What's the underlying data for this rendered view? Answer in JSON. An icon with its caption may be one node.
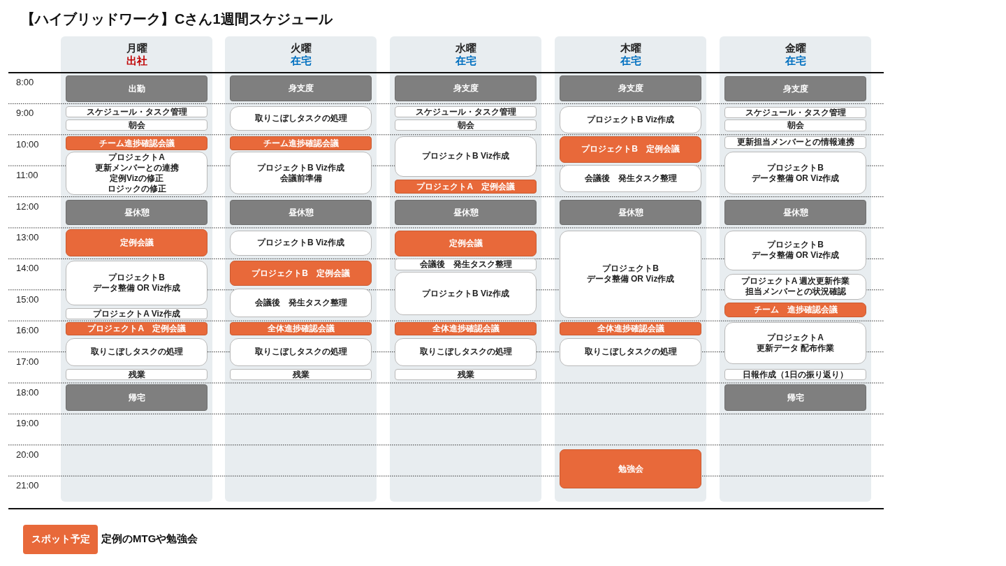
{
  "diagram": {
    "title": "【ハイブリッドワーク】Cさん1週間スケジュール",
    "nodes": [
      {
        "text": [
          "月曜",
          "出社"
        ]
      },
      {
        "text": [
          "出勤"
        ],
        "in": 0
      },
      {
        "text": [
          "スケジュール・タスク管理"
        ],
        "in": 0
      },
      {
        "text": [
          "朝会"
        ],
        "in": 0
      },
      {
        "text": [
          "チーム進捗確認会議"
        ],
        "in": 0
      },
      {
        "text": [
          "プロジェクトA",
          "更新メンバーとの連携",
          "定例Vizの修正",
          "ロジックの修正"
        ],
        "in": 0
      },
      {
        "text": [
          "昼休憩"
        ],
        "in": 0
      },
      {
        "text": [
          "定例会議"
        ],
        "in": 0
      },
      {
        "text": [
          "プロジェクトB",
          "データ整備 OR Viz作成"
        ],
        "in": 0
      },
      {
        "text": [
          "プロジェクトA Viz作成"
        ],
        "in": 0
      },
      {
        "text": [
          "プロジェクトA　定例会議"
        ],
        "in": 0
      },
      {
        "text": [
          "取りこぼしタスクの処理"
        ],
        "in": 0
      },
      {
        "text": [
          "残業"
        ],
        "in": 0
      },
      {
        "text": [
          "帰宅"
        ],
        "in": 0
      },
      {
        "text": [
          "火曜",
          "在宅"
        ]
      },
      {
        "text": [
          "身支度"
        ],
        "in": 14
      },
      {
        "text": [
          "取りこぼしタスクの処理"
        ],
        "in": 14
      },
      {
        "text": [
          "チーム進捗確認会議"
        ],
        "in": 14
      },
      {
        "text": [
          "プロジェクトB Viz作成",
          "会議前準備"
        ],
        "in": 14
      },
      {
        "text": [
          "昼休憩"
        ],
        "in": 14
      },
      {
        "text": [
          "プロジェクトB Viz作成"
        ],
        "in": 14
      },
      {
        "text": [
          "プロジェクトB　定例会議"
        ],
        "in": 14
      },
      {
        "text": [
          "会議後　発生タスク整理"
        ],
        "in": 14
      },
      {
        "text": [
          "全体進捗確認会議"
        ],
        "in": 14
      },
      {
        "text": [
          "取りこぼしタスクの処理"
        ],
        "in": 14
      },
      {
        "text": [
          "残業"
        ],
        "in": 14
      },
      {
        "text": [
          "水曜",
          "在宅"
        ]
      },
      {
        "text": [
          "身支度"
        ],
        "in": 26
      },
      {
        "text": [
          "スケジュール・タスク管理"
        ],
        "in": 26
      },
      {
        "text": [
          "朝会"
        ],
        "in": 26
      },
      {
        "text": [
          "プロジェクトB Viz作成"
        ],
        "in": 26
      },
      {
        "text": [
          "プロジェクトA　定例会議"
        ],
        "in": 26
      },
      {
        "text": [
          "昼休憩"
        ],
        "in": 26
      },
      {
        "text": [
          "定例会議"
        ],
        "in": 26
      },
      {
        "text": [
          "会議後　発生タスク整理"
        ],
        "in": 26
      },
      {
        "text": [
          "プロジェクトB Viz作成"
        ],
        "in": 26
      },
      {
        "text": [
          "全体進捗確認会議"
        ],
        "in": 26
      },
      {
        "text": [
          "取りこぼしタスクの処理"
        ],
        "in": 26
      },
      {
        "text": [
          "残業"
        ],
        "in": 26
      },
      {
        "text": [
          "木曜",
          "在宅"
        ]
      },
      {
        "text": [
          "身支度"
        ],
        "in": 39
      },
      {
        "text": [
          "プロジェクトB Viz作成"
        ],
        "in": 39
      },
      {
        "text": [
          "プロジェクトB　定例会議"
        ],
        "in": 39
      },
      {
        "text": [
          "会議後　発生タスク整理"
        ],
        "in": 39
      },
      {
        "text": [
          "昼休憩"
        ],
        "in": 39
      },
      {
        "text": [
          "プロジェクトB",
          "データ整備 OR Viz作成"
        ],
        "in": 39
      },
      {
        "text": [
          "全体進捗確認会議"
        ],
        "in": 39
      },
      {
        "text": [
          "取りこぼしタスクの処理"
        ],
        "in": 39
      },
      {
        "text": [
          "勉強会"
        ],
        "in": 39
      },
      {
        "text": [
          "金曜",
          "在宅"
        ]
      },
      {
        "text": [
          "身支度"
        ],
        "in": 49
      },
      {
        "text": [
          "スケジュール・タスク管理"
        ],
        "in": 49
      },
      {
        "text": [
          "朝会"
        ],
        "in": 49
      },
      {
        "text": [
          "更新担当メンバーとの情報連携"
        ],
        "in": 49
      },
      {
        "text": [
          "プロジェクトB",
          "データ整備 OR Viz作成"
        ],
        "in": 49
      },
      {
        "text": [
          "昼休憩"
        ],
        "in": 49
      },
      {
        "text": [
          "プロジェクトB",
          "データ整備 OR Viz作成"
        ],
        "in": 49
      },
      {
        "text": [
          "プロジェクトA 週次更新作業",
          "担当メンバーとの状況確認"
        ],
        "in": 49
      },
      {
        "text": [
          "チーム　進捗確認会議"
        ],
        "in": 49
      },
      {
        "text": [
          "プロジェクトA",
          "更新データ 配布作業"
        ],
        "in": 49
      },
      {
        "text": [
          "日報作成（1日の振り返り）"
        ],
        "in": 49
      },
      {
        "text": [
          "帰宅"
        ],
        "in": 49
      }
    ],
    "labels": [
      "8:00",
      "9:00",
      "10:00",
      "11:00",
      "12:00",
      "13:00",
      "14:00",
      "15:00",
      "16:00",
      "17:00",
      "18:00",
      "19:00",
      "20:00",
      "21:00",
      "スポット予定"
    ],
    "legend": [
      {
        "text": "定例のMTGや勉強会",
        "color": "#e8693a"
      }
    ]
  }
}
